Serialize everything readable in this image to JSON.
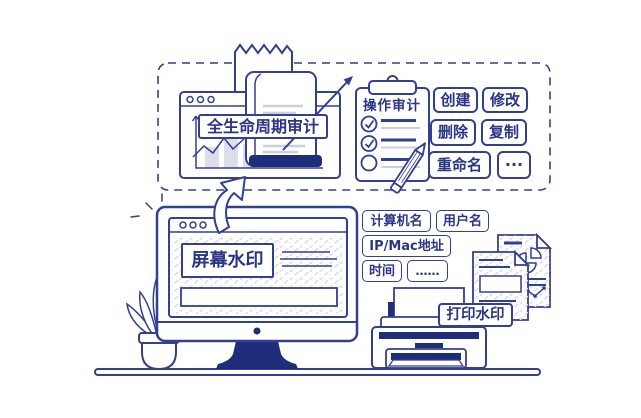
{
  "illustration": {
    "lifecycle_audit_label": "全生命周期审计",
    "operation_audit_title": "操作审计",
    "action_tags": [
      "创建",
      "修改",
      "删除",
      "复制",
      "重命名",
      "···"
    ],
    "info_tags": [
      "计算机名",
      "用户名",
      "IP/Mac地址",
      "时间",
      "……"
    ],
    "screen_watermark_label": "屏幕水印",
    "print_watermark_label": "打印水印"
  },
  "colors": {
    "line": "#333f8f",
    "solid": "#1f2d7a",
    "text": "#2a3585",
    "hatch": "#d9dbe4",
    "gray": "#ccd0dc",
    "graybar": "#dcdfe9"
  }
}
